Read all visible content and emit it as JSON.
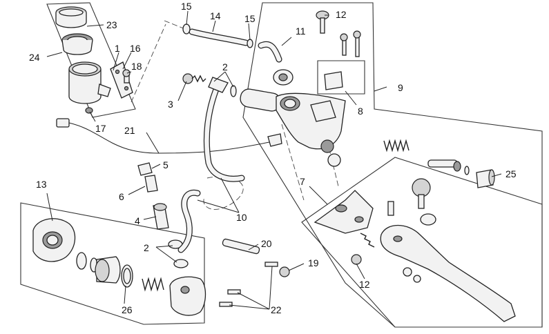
{
  "diagram": {
    "callouts": [
      {
        "id": "c1",
        "text": "1"
      },
      {
        "id": "c2a",
        "text": "2"
      },
      {
        "id": "c2b",
        "text": "2"
      },
      {
        "id": "c3",
        "text": "3"
      },
      {
        "id": "c4",
        "text": "4"
      },
      {
        "id": "c5",
        "text": "5"
      },
      {
        "id": "c6",
        "text": "6"
      },
      {
        "id": "c7",
        "text": "7"
      },
      {
        "id": "c8",
        "text": "8"
      },
      {
        "id": "c9",
        "text": "9"
      },
      {
        "id": "c10",
        "text": "10"
      },
      {
        "id": "c11",
        "text": "11"
      },
      {
        "id": "c12a",
        "text": "12"
      },
      {
        "id": "c12b",
        "text": "12"
      },
      {
        "id": "c13",
        "text": "13"
      },
      {
        "id": "c14",
        "text": "14"
      },
      {
        "id": "c15a",
        "text": "15"
      },
      {
        "id": "c15b",
        "text": "15"
      },
      {
        "id": "c16",
        "text": "16"
      },
      {
        "id": "c17",
        "text": "17"
      },
      {
        "id": "c18",
        "text": "18"
      },
      {
        "id": "c19",
        "text": "19"
      },
      {
        "id": "c20",
        "text": "20"
      },
      {
        "id": "c21",
        "text": "21"
      },
      {
        "id": "c22",
        "text": "22"
      },
      {
        "id": "c23",
        "text": "23"
      },
      {
        "id": "c24",
        "text": "24"
      },
      {
        "id": "c25",
        "text": "25"
      },
      {
        "id": "c26",
        "text": "26"
      }
    ]
  }
}
